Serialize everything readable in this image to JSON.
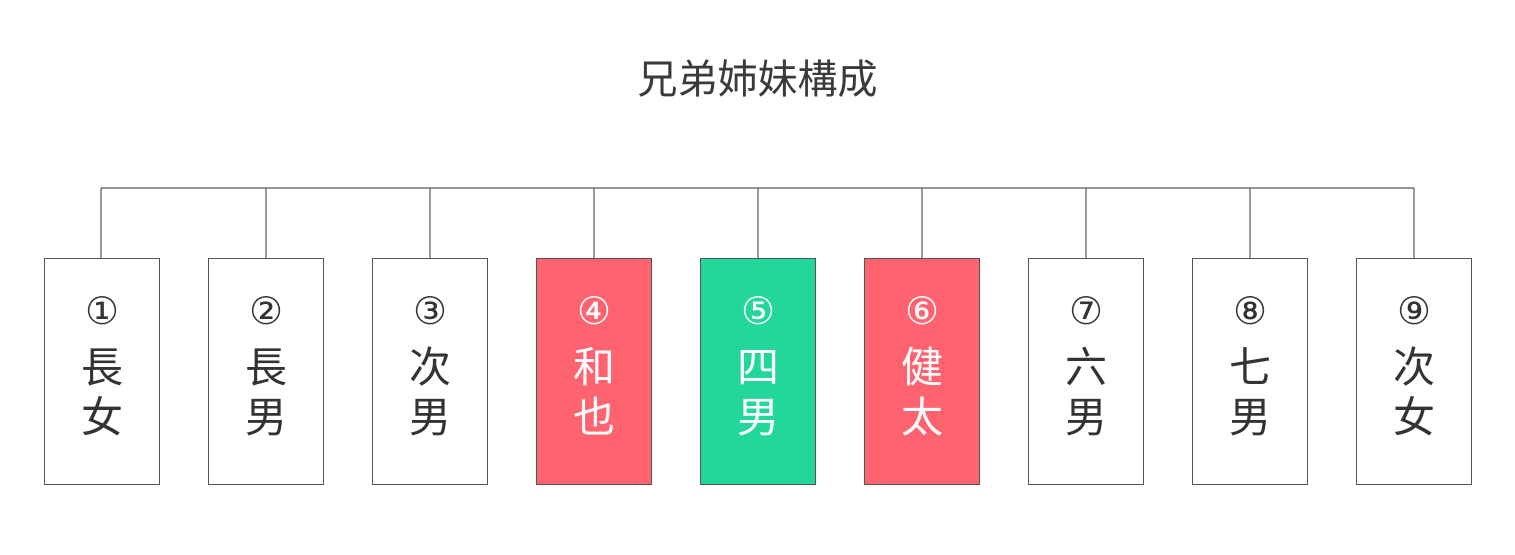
{
  "title": "兄弟姉妹構成",
  "colors": {
    "highlight_red": "#ff636f",
    "highlight_green": "#22d69c",
    "line": "#555555",
    "text": "#333333"
  },
  "siblings": [
    {
      "num": "①",
      "role": "長女",
      "color": "white"
    },
    {
      "num": "②",
      "role": "長男",
      "color": "white"
    },
    {
      "num": "③",
      "role": "次男",
      "color": "white"
    },
    {
      "num": "④",
      "role": "和也",
      "color": "red"
    },
    {
      "num": "⑤",
      "role": "四男",
      "color": "green"
    },
    {
      "num": "⑥",
      "role": "健太",
      "color": "red"
    },
    {
      "num": "⑦",
      "role": "六男",
      "color": "white"
    },
    {
      "num": "⑧",
      "role": "七男",
      "color": "white"
    },
    {
      "num": "⑨",
      "role": "次女",
      "color": "white"
    }
  ]
}
